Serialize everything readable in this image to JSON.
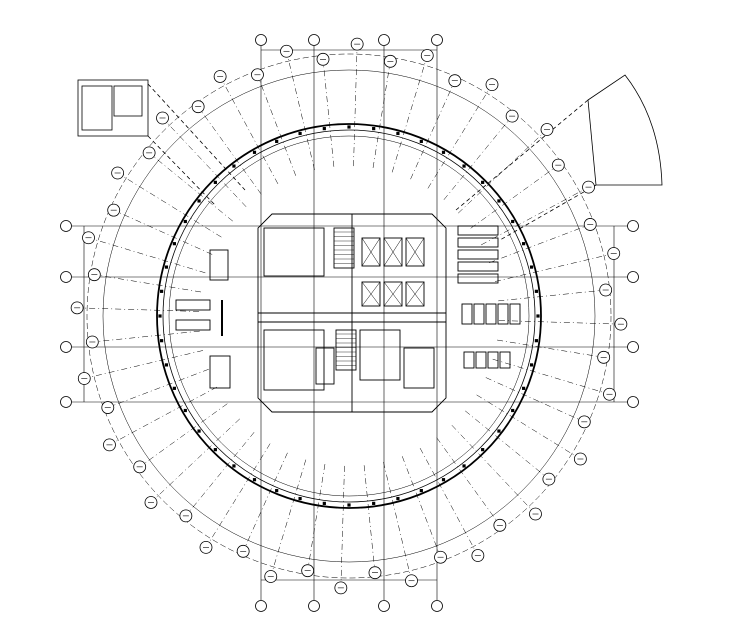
{
  "drawing": {
    "type": "architectural-floor-plan",
    "shape": "circular tower floor with square core",
    "line_color": "#000000",
    "background": "#ffffff"
  },
  "bubbles": {
    "count_ring": 48,
    "top_axis_count": 4,
    "side_axis_count": 4
  }
}
